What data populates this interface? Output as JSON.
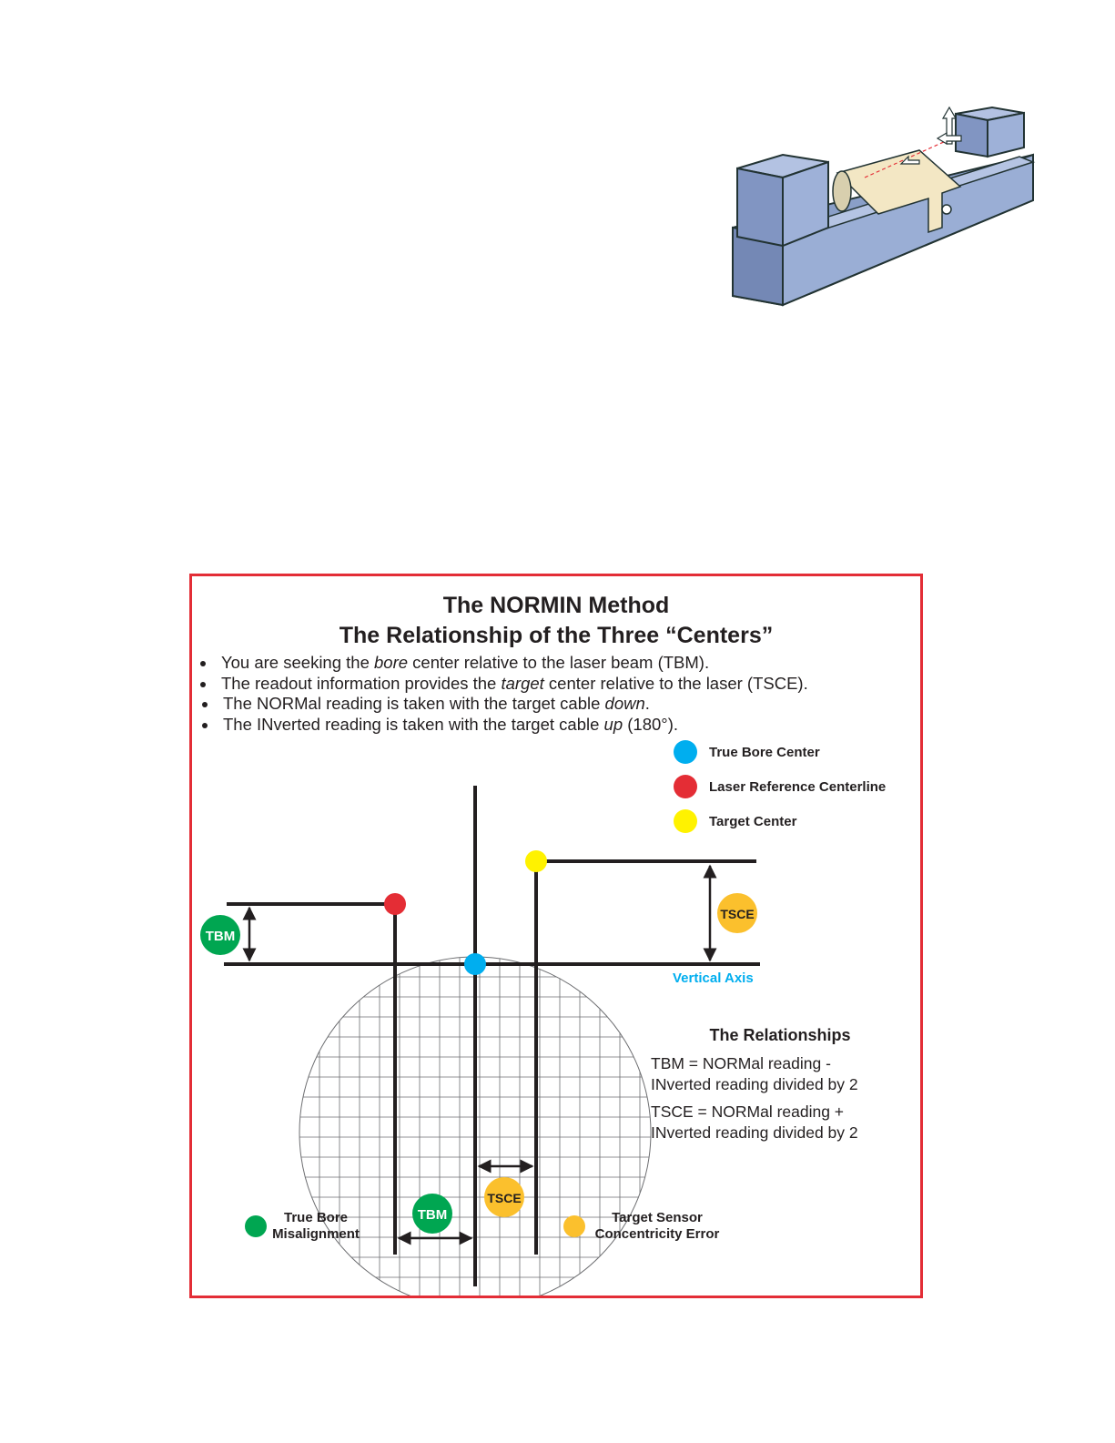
{
  "diagram": {
    "title": "The NORMIN Method",
    "subtitle": "The Relationship of the Three “Centers”",
    "bullets": [
      {
        "pre": "You are seeking the ",
        "em": "bore",
        "post": " center relative to the laser beam (TBM)."
      },
      {
        "pre": "The readout information provides the ",
        "em": "target",
        "post": " center relative to the laser (TSCE)."
      },
      {
        "pre": "The NORMal reading is taken with the target cable ",
        "em": "down",
        "post": "."
      },
      {
        "pre": "The INverted reading is taken with the target cable ",
        "em": "up",
        "post": " (180°)."
      }
    ],
    "legend": [
      {
        "label": "True Bore Center",
        "color": "#00aeef"
      },
      {
        "label": "Laser Reference Centerline",
        "color": "#e42d35"
      },
      {
        "label": "Target Center",
        "color": "#fff200"
      }
    ],
    "tbm_label": "TBM",
    "tsce_label": "TSCE",
    "axis_label": "Vertical Axis",
    "relationships": {
      "heading": "The Relationships",
      "tbm_line1": "TBM = NORMal reading -",
      "tbm_line2": "INverted reading divided by 2",
      "tsce_line1": "TSCE = NORMal reading +",
      "tsce_line2": "INverted reading divided by 2"
    },
    "bottom_legend": {
      "tbm_line1": "True Bore",
      "tbm_line2": "Misalignment",
      "tsce_line1": "Target Sensor",
      "tsce_line2": "Concentricity Error"
    },
    "colors": {
      "frame": "#e32d36",
      "green": "#00a651",
      "orange": "#fbc02d",
      "blue": "#00aeef",
      "red": "#e42d35",
      "yellow": "#fff200",
      "axis_text": "#00aeef"
    }
  }
}
